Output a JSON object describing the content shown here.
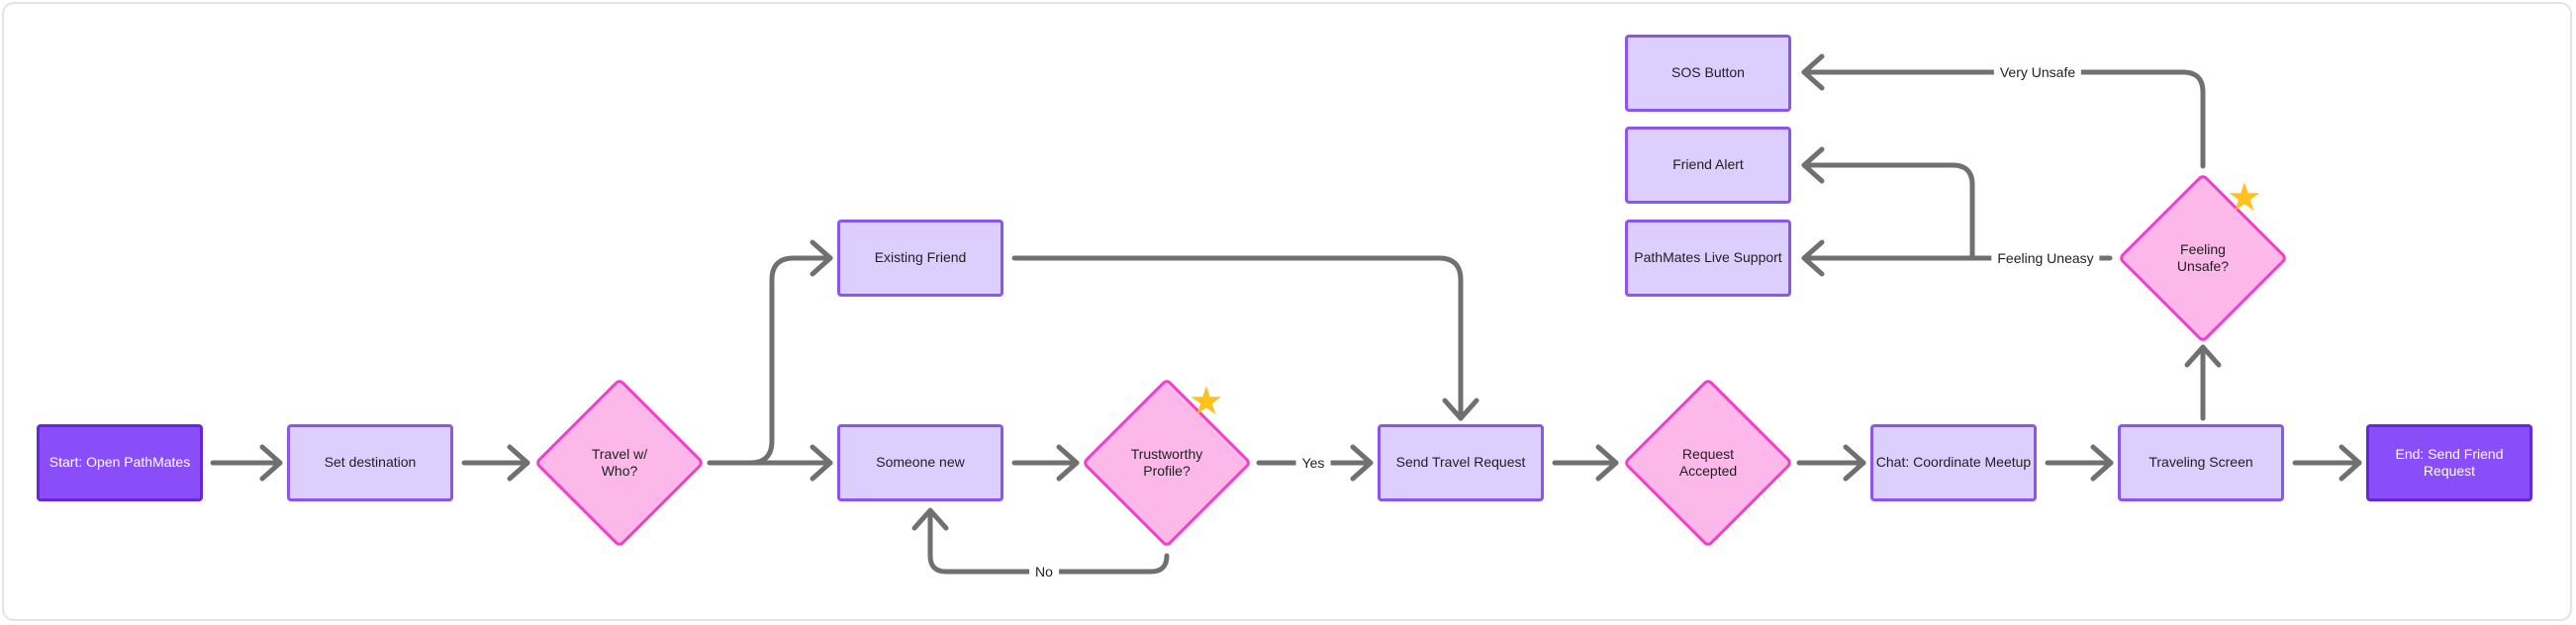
{
  "nodes": {
    "start": "Start: Open PathMates",
    "set_destination": "Set destination",
    "travel_who": "Travel w/\nWho?",
    "existing_friend": "Existing Friend",
    "someone_new": "Someone new",
    "trustworthy": "Trustworthy\nProfile?",
    "send_request": "Send Travel Request",
    "request_accepted": "Request\nAccepted",
    "chat": "Chat: Coordinate Meetup",
    "traveling": "Traveling Screen",
    "end": "End: Send Friend Request",
    "feeling_unsafe": "Feeling\nUnsafe?",
    "sos": "SOS Button",
    "friend_alert": "Friend Alert",
    "live_support": "PathMates Live Support"
  },
  "edge_labels": {
    "yes": "Yes",
    "no": "No",
    "very_unsafe": "Very Unsafe",
    "feeling_uneasy": "Feeling Uneasy"
  },
  "colors": {
    "process_fill": "#dccffe",
    "process_border": "#8b55f0",
    "terminal_fill": "#8a4dfa",
    "decision_fill": "#fbb8e9",
    "decision_border": "#f23fc8",
    "connector": "#707070",
    "star": "#ffc21a"
  }
}
